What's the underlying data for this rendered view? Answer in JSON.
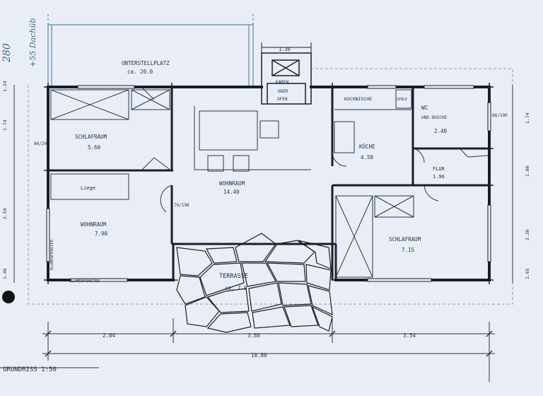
{
  "title": "GRUNDRISS 1:50",
  "margin_notes": {
    "height": "280",
    "roof": "+55 Dachüb"
  },
  "rooms": {
    "unterstell": {
      "name": "UNTERSTELLPLATZ",
      "area": "ca. 20.0"
    },
    "schlafraum_1": {
      "name": "SCHLAFRAUM",
      "area": "5.60"
    },
    "wohnraum": {
      "name": "WOHNRAUM",
      "area": "14.40"
    },
    "kochnische": {
      "name": "KOCHNISCHE"
    },
    "kueche": {
      "name": "KÜCHE",
      "area": "4.50"
    },
    "wc": {
      "name": "WC",
      "sub": "UND DUSCHE",
      "area": "2.40"
    },
    "flur": {
      "name": "FLUR",
      "area": "1.96"
    },
    "wohnraum_2": {
      "name": "WOHNRAUM",
      "area": "7.90"
    },
    "schlafraum_2": {
      "name": "SCHLAFRAUM",
      "area": "7.15"
    },
    "terrasse": {
      "name": "TERRASSE",
      "area": "ca. 7.0"
    }
  },
  "fixtures": {
    "kamin": [
      "KAMIN",
      "ODER",
      "OFEN"
    ],
    "liege": "Liege",
    "blumen_unten": "BLUMENFENSTER",
    "blumen_seite": "BLUMENFENSTER",
    "schrank": "SPÜLE"
  },
  "dimensions": {
    "top": "1.30",
    "bottom": [
      "2.84",
      "3.88",
      "3.54"
    ],
    "total": "10.80",
    "door_1": "86/200",
    "door_2": "76/198",
    "door_3": "86/190",
    "left": [
      "1.24",
      "1.74",
      "3.59",
      "1.48"
    ],
    "right": [
      "1.74",
      "1.80",
      "3.20",
      "1.65"
    ]
  }
}
